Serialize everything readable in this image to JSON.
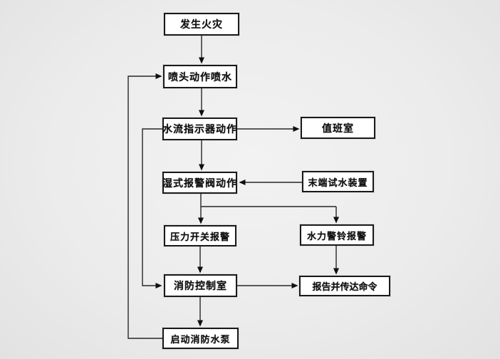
{
  "diagram": {
    "type": "flowchart",
    "subject": "wet-pipe-sprinkler-system-operation-flow",
    "colors": {
      "background": "#ececec",
      "box_fill": "#fdfdfd",
      "box_border": "#1f1f1f",
      "line": "#2b2b2b"
    },
    "nodes": {
      "fire": {
        "label": "发生火灾"
      },
      "sprinkler": {
        "label": "喷头动作喷水"
      },
      "flow_indicator": {
        "label": "水流指示器动作"
      },
      "duty_room": {
        "label": "值班室"
      },
      "wet_valve": {
        "label": "湿式报警阀动作"
      },
      "end_test": {
        "label": "末端试水装置"
      },
      "pressure_switch": {
        "label": "压力开关报警"
      },
      "hydraulic_bell": {
        "label": "水力警铃报警"
      },
      "control_room": {
        "label": "消防控制室"
      },
      "report": {
        "label": "报告并传达命令"
      },
      "start_pump": {
        "label": "启动消防水泵"
      }
    },
    "edges": [
      {
        "from": "fire",
        "to": "sprinkler"
      },
      {
        "from": "sprinkler",
        "to": "flow_indicator"
      },
      {
        "from": "flow_indicator",
        "to": "duty_room"
      },
      {
        "from": "flow_indicator",
        "to": "wet_valve"
      },
      {
        "from": "end_test",
        "to": "wet_valve"
      },
      {
        "from": "wet_valve",
        "to": "pressure_switch"
      },
      {
        "from": "wet_valve",
        "to": "hydraulic_bell"
      },
      {
        "from": "pressure_switch",
        "to": "control_room"
      },
      {
        "from": "hydraulic_bell",
        "to": "report"
      },
      {
        "from": "control_room",
        "to": "report"
      },
      {
        "from": "control_room",
        "to": "start_pump"
      },
      {
        "from": "flow_indicator",
        "to": "control_room"
      },
      {
        "from": "start_pump",
        "to": "sprinkler"
      }
    ]
  }
}
